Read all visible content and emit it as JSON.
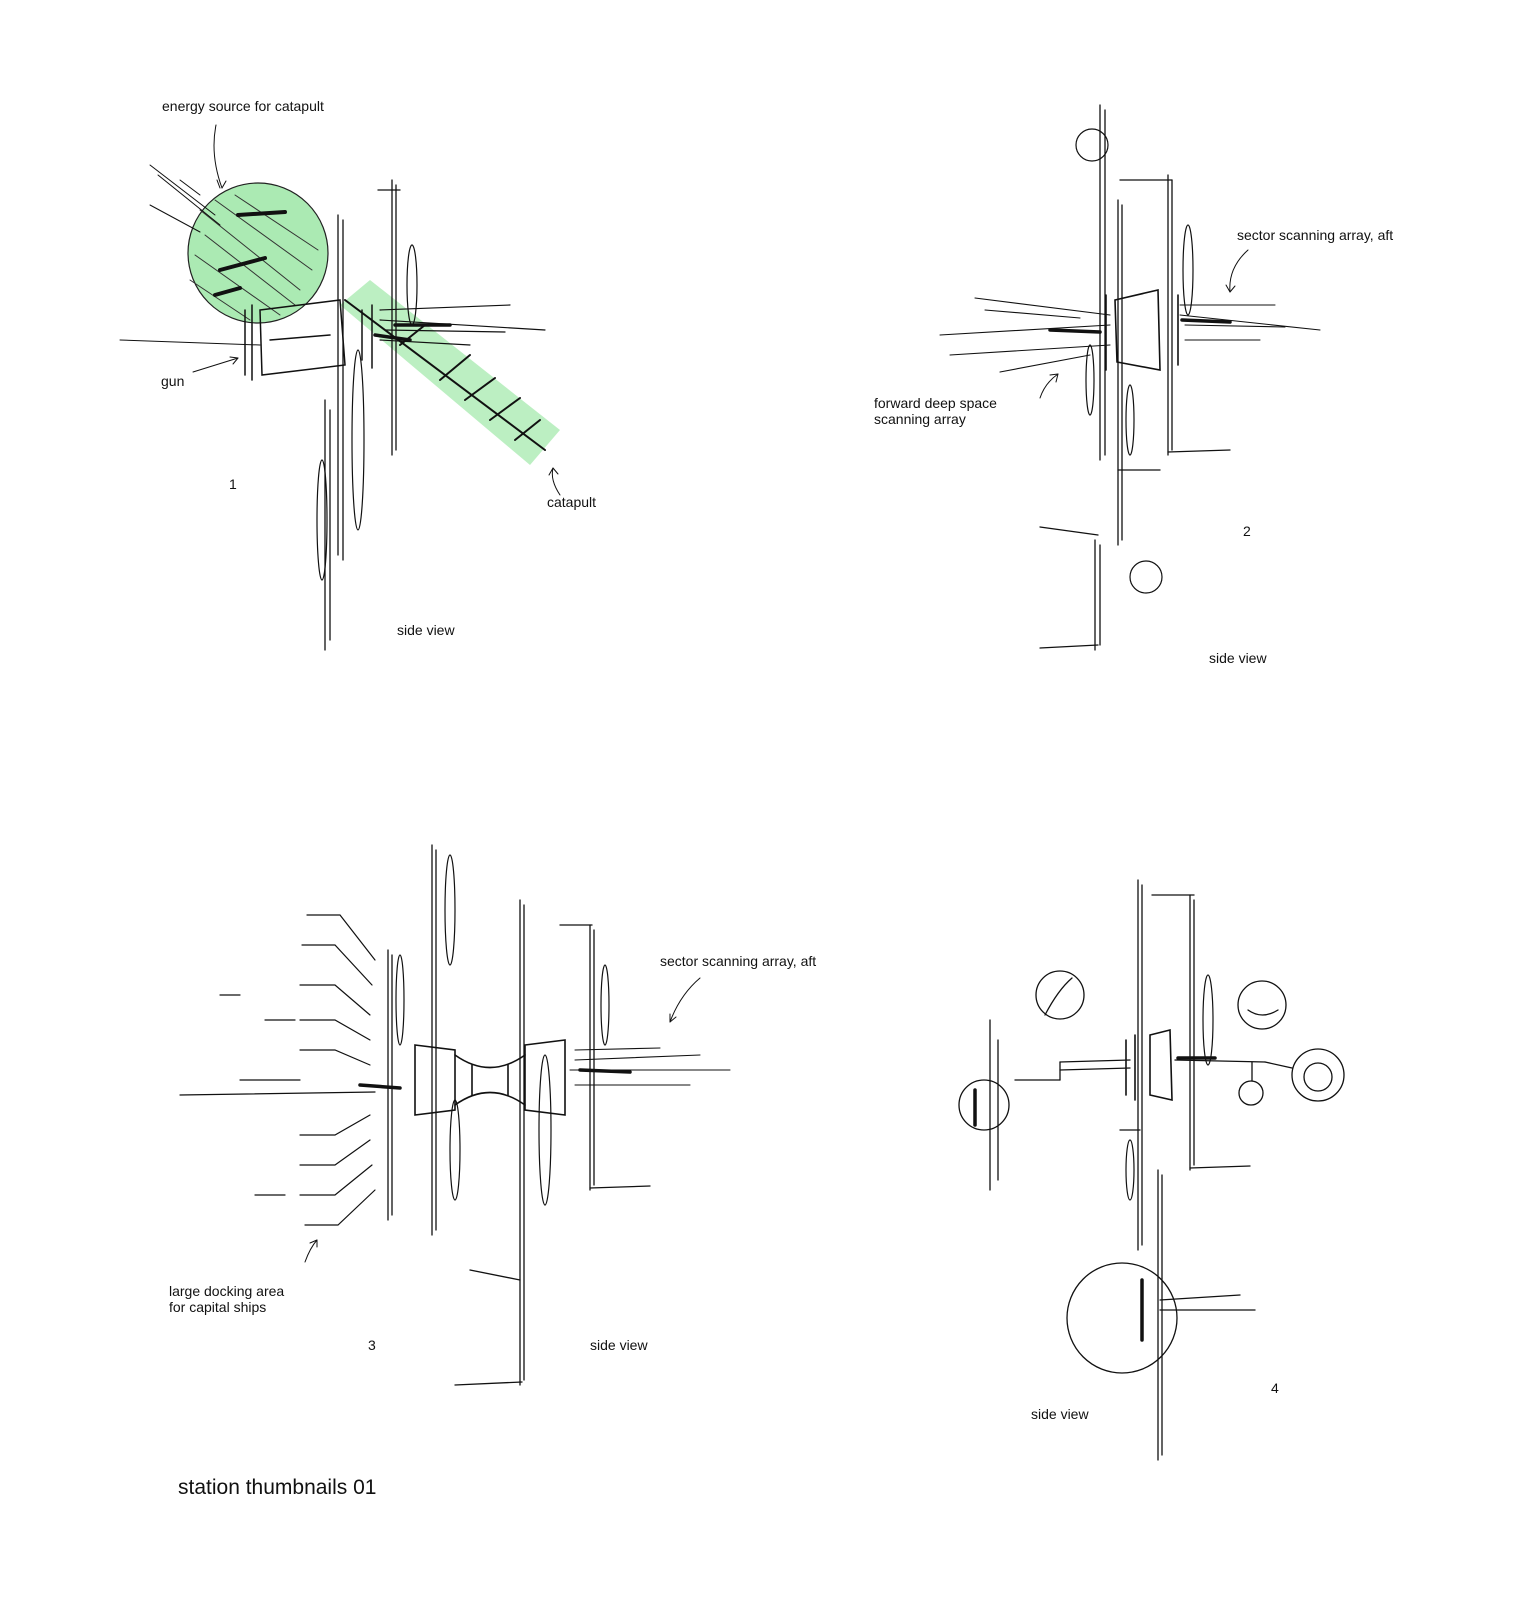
{
  "sheet_title": "station thumbnails 01",
  "accent_color": "#7ddc8a",
  "sketches": [
    {
      "number": "1",
      "view_label": "side view",
      "annotations": [
        {
          "key": "energy",
          "text": "energy source for catapult"
        },
        {
          "key": "gun",
          "text": "gun"
        },
        {
          "key": "catapult",
          "text": "catapult"
        }
      ]
    },
    {
      "number": "2",
      "view_label": "side view",
      "annotations": [
        {
          "key": "aft_array",
          "text": "sector scanning array, aft"
        },
        {
          "key": "fwd_array",
          "text": "forward deep space\nscanning array"
        }
      ]
    },
    {
      "number": "3",
      "view_label": "side view",
      "annotations": [
        {
          "key": "aft_array",
          "text": "sector scanning array, aft"
        },
        {
          "key": "docking",
          "text": "large docking area\nfor capital ships"
        }
      ]
    },
    {
      "number": "4",
      "view_label": "side view",
      "annotations": []
    }
  ]
}
